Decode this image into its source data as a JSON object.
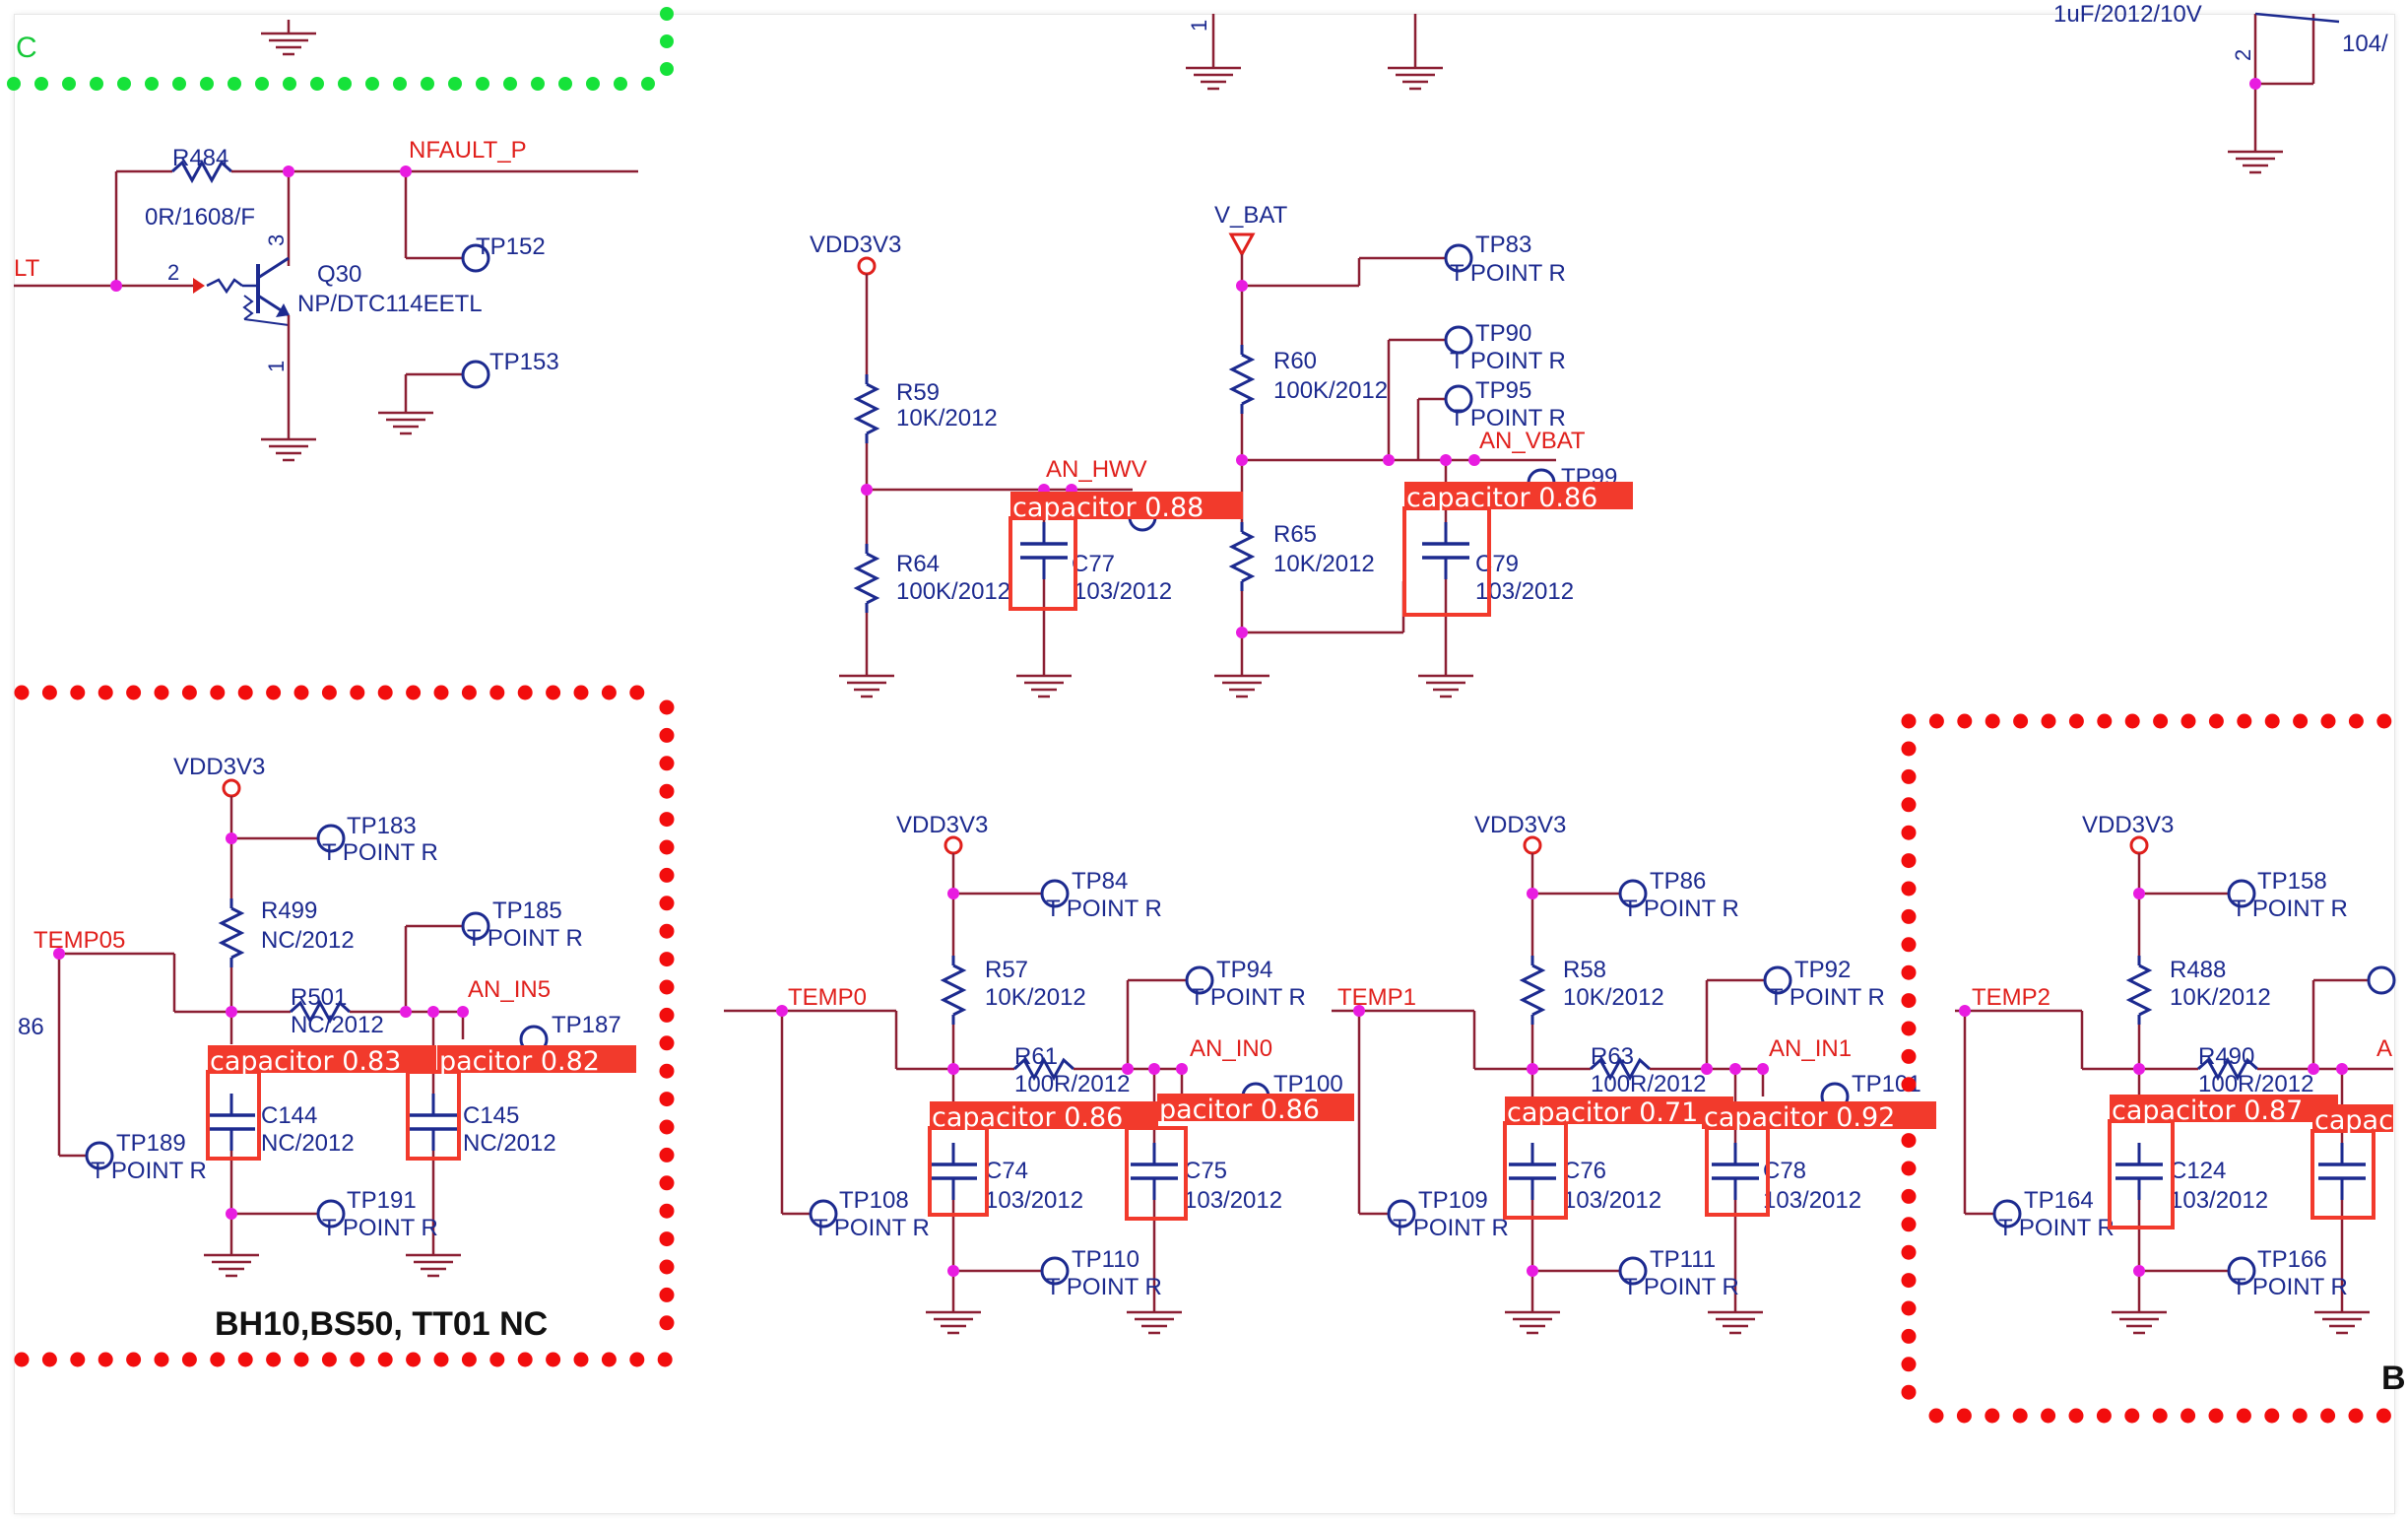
{
  "power_labels": {
    "vdd": "VDD3V3",
    "vbat": "V_BAT"
  },
  "nets": {
    "nfault_p": "NFAULT_P",
    "nfault_left": "LT",
    "an_hwv": "AN_HWV",
    "an_vbat": "AN_VBAT",
    "temp05": "TEMP05",
    "an_in5": "AN_IN5",
    "temp0": "TEMP0",
    "an_in0": "AN_IN0",
    "temp1": "TEMP1",
    "an_in1": "AN_IN1",
    "temp2": "TEMP2",
    "an_right": "A"
  },
  "components": {
    "r484": {
      "ref": "R484",
      "value": "0R/1608/F"
    },
    "q30": {
      "ref": "Q30",
      "value": "NP/DTC114EETL"
    },
    "r59": {
      "ref": "R59",
      "value": "10K/2012"
    },
    "r64": {
      "ref": "R64",
      "value": "100K/2012"
    },
    "c77": {
      "ref": "C77",
      "value": "103/2012"
    },
    "r60": {
      "ref": "R60",
      "value": "100K/2012"
    },
    "r65": {
      "ref": "R65",
      "value": "10K/2012"
    },
    "c79": {
      "ref": "C79",
      "value": "103/2012"
    },
    "r499": {
      "ref": "R499",
      "value": "NC/2012"
    },
    "r501": {
      "ref": "R501",
      "value": "NC/2012"
    },
    "c144": {
      "ref": "C144",
      "value": "NC/2012"
    },
    "c145": {
      "ref": "C145",
      "value": "NC/2012"
    },
    "r57": {
      "ref": "R57",
      "value": "10K/2012"
    },
    "r61": {
      "ref": "R61",
      "value": "100R/2012"
    },
    "c74": {
      "ref": "C74",
      "value": "103/2012"
    },
    "c75": {
      "ref": "C75",
      "value": "103/2012"
    },
    "r58": {
      "ref": "R58",
      "value": "10K/2012"
    },
    "r63": {
      "ref": "R63",
      "value": "100R/2012"
    },
    "c76": {
      "ref": "C76",
      "value": "103/2012"
    },
    "c78": {
      "ref": "C78",
      "value": "103/2012"
    },
    "r488": {
      "ref": "R488",
      "value": "10K/2012"
    },
    "r490": {
      "ref": "R490",
      "value": "100R/2012"
    },
    "c124": {
      "ref": "C124",
      "value": "103/2012"
    },
    "top_right_cap": "1uF/2012/10V",
    "top_right_val": "104/"
  },
  "test_points": {
    "tp_value": "T POINT R",
    "tp152": "TP152",
    "tp153": "TP153",
    "tp83": "TP83",
    "tp90": "TP90",
    "tp95": "TP95",
    "tp99": "TP99",
    "tp183": "TP183",
    "tp185": "TP185",
    "tp187": "TP187",
    "tp189": "TP189",
    "tp191": "TP191",
    "tp84": "TP84",
    "tp94": "TP94",
    "tp100": "TP100",
    "tp108": "TP108",
    "tp110": "TP110",
    "tp86": "TP86",
    "tp92": "TP92",
    "tp101": "TP101",
    "tp109": "TP109",
    "tp111": "TP111",
    "tp158": "TP158",
    "tp164": "TP164",
    "tp166": "TP166"
  },
  "pins": {
    "p1": "1",
    "p2": "2",
    "p3": "3"
  },
  "misc": {
    "left_num": "86",
    "cut_c": "C",
    "cut_b": "B"
  },
  "notes": {
    "nc_note": "BH10,BS50, TT01 NC"
  },
  "detections": [
    {
      "label": "capacitor",
      "score": "capacitor  0.88"
    },
    {
      "label": "capacitor",
      "score": "capacitor  0.86"
    },
    {
      "label": "capacitor",
      "score": "capacitor  0.83"
    },
    {
      "label": "capacitor",
      "score": "pacitor  0.82"
    },
    {
      "label": "capacitor",
      "score": "capacitor  0.86"
    },
    {
      "label": "capacitor",
      "score": "pacitor  0.86"
    },
    {
      "label": "capacitor",
      "score": "capacitor  0.71"
    },
    {
      "label": "capacitor",
      "score": "capacitor  0.92"
    },
    {
      "label": "capacitor",
      "score": "capacitor  0.87"
    },
    {
      "label": "capacitor",
      "score": "capac"
    }
  ],
  "colors": {
    "wire": "#8b1f33",
    "component": "#1c2a8f",
    "net_label": "#e0201c",
    "junction": "#e81ce0",
    "detection_box": "#f23a2c",
    "region_dotted_green": "#16e23a",
    "region_dotted_red": "#f20d0d"
  }
}
